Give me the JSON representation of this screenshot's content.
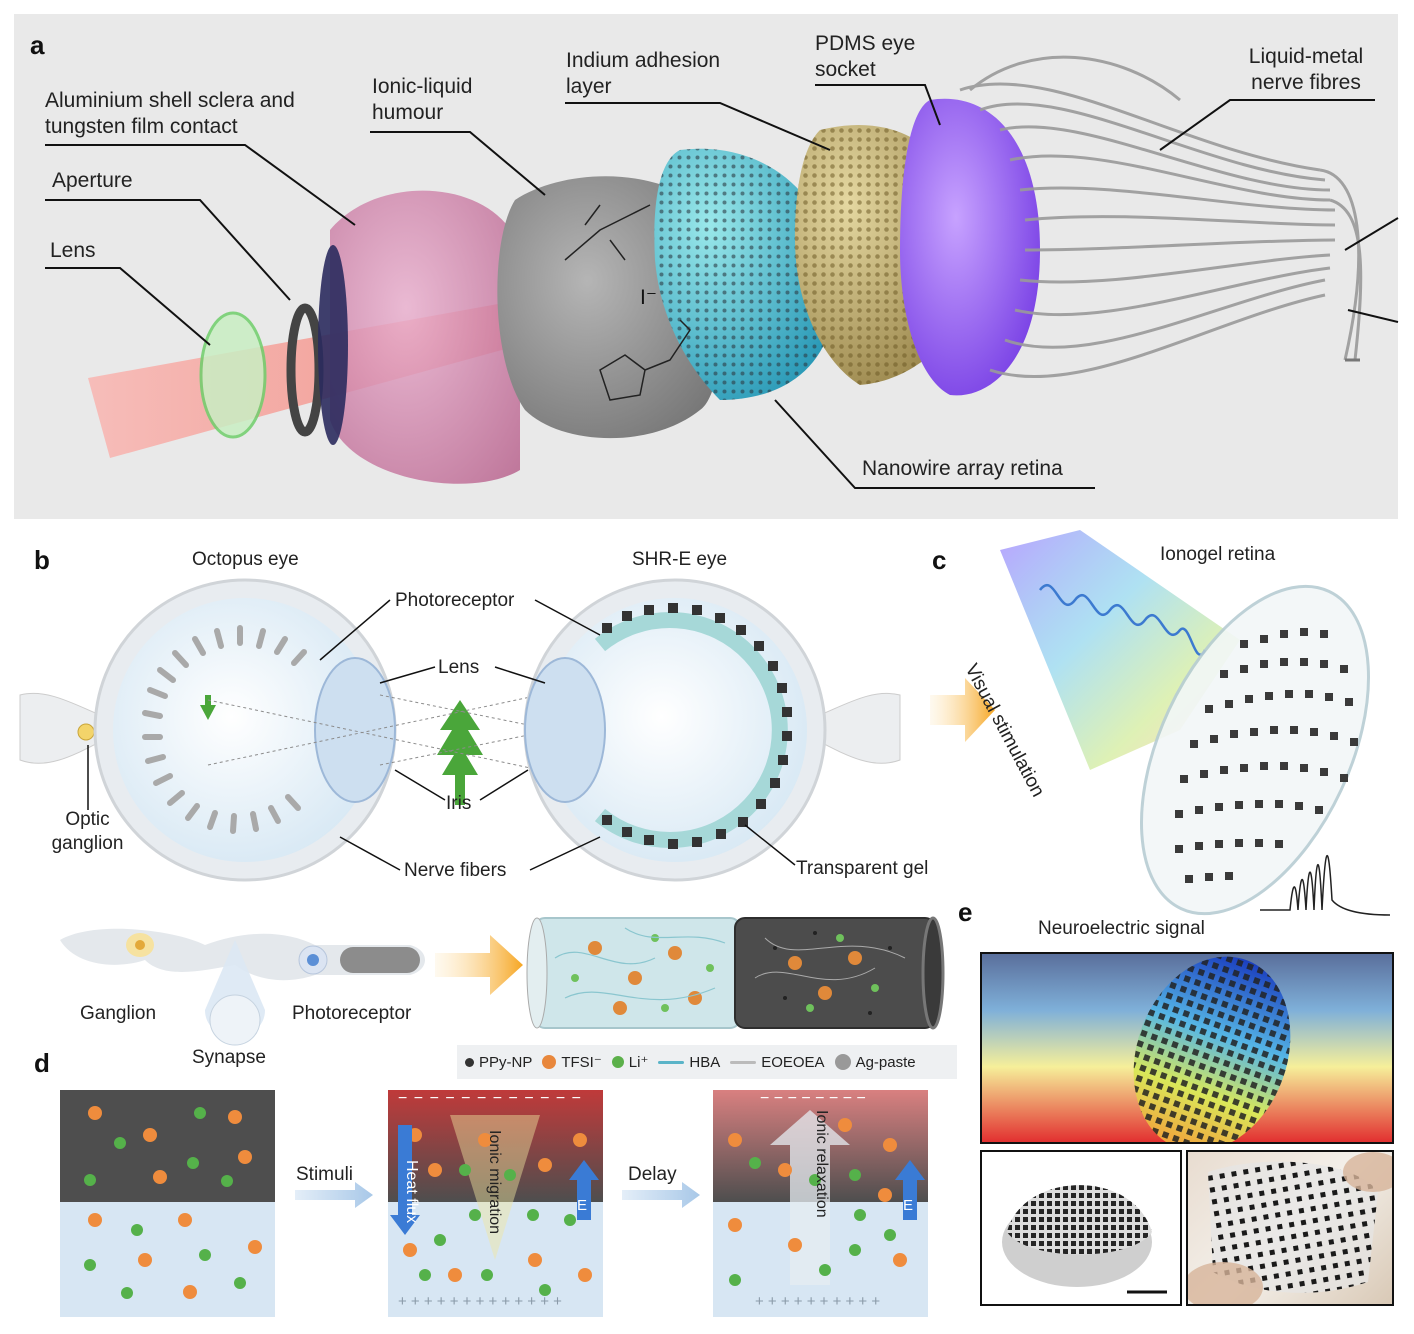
{
  "panels": {
    "a": {
      "letter": "a",
      "labels": {
        "sclera": "Aluminium shell sclera and tungsten film contact",
        "aperture": "Aperture",
        "lens": "Lens",
        "humour": "Ionic-liquid humour",
        "indium": "Indium adhesion layer",
        "pdms": "PDMS eye socket",
        "fibres": "Liquid-metal nerve fibres",
        "retina": "Nanowire array retina",
        "iodide": "I⁻"
      }
    },
    "b": {
      "letter": "b",
      "octopus_title": "Octopus eye",
      "shre_title": "SHR-E eye",
      "labels": {
        "photoreceptor": "Photoreceptor",
        "lens": "Lens",
        "iris": "Iris",
        "nerve": "Nerve fibers",
        "optic": "Optic ganglion",
        "gel": "Transparent gel",
        "ganglion": "Ganglion",
        "synapse": "Synapse",
        "photoreceptor2": "Photoreceptor"
      },
      "legend": [
        {
          "label": "PPy-NP",
          "color": "#333333"
        },
        {
          "label": "TFSI⁻",
          "color": "#e8873c"
        },
        {
          "label": "Li⁺",
          "color": "#5bb04a"
        },
        {
          "label": "HBA",
          "color": "#5ab4c8"
        },
        {
          "label": "EOEOEA",
          "color": "#bbbbbb"
        },
        {
          "label": "Ag-paste",
          "color": "#999999"
        }
      ]
    },
    "c": {
      "letter": "c",
      "retina_label": "Ionogel retina",
      "stim_label": "Visual stimulation",
      "signal_label": "Neuroelectric signal"
    },
    "d": {
      "letter": "d",
      "stimuli": "Stimuli",
      "delay": "Delay",
      "heat_flux": "Heat flux",
      "ionic_migration": "Ionic migration",
      "ionic_relaxation": "Ionic relaxation",
      "e_label": "E",
      "minus_row": "− − − − − − − − − − − −",
      "plus_row": "+ + + + + + + + + + + + +",
      "minus_row2": "− − − − − − − −",
      "plus_row2": "+ + + + + + + + + +"
    },
    "e": {
      "letter": "e"
    }
  },
  "colors": {
    "beam": "#f3a6a6",
    "sclera": "#d98fb5",
    "humour": "#8d8d8d",
    "retina": "#3fc3cf",
    "indium": "#b8a56a",
    "pdms": "#8a4cf0",
    "fibres": "#9c9c9c",
    "arrow": "#f6b23a",
    "tree": "#4aa63a"
  }
}
